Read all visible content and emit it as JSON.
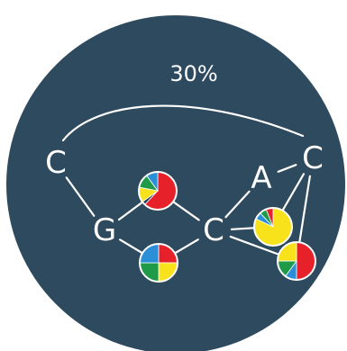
{
  "diagram": {
    "background_color": "#2e4a5e",
    "line_color": "#ffffff",
    "arc_label": "30%",
    "nodes": [
      {
        "id": "c_left",
        "label": "C"
      },
      {
        "id": "g",
        "label": "G"
      },
      {
        "id": "c_mid",
        "label": "C"
      },
      {
        "id": "a",
        "label": "A"
      },
      {
        "id": "c_right",
        "label": "C"
      }
    ],
    "edges": [
      [
        "c_left",
        "g"
      ],
      [
        "g",
        "pie_top"
      ],
      [
        "pie_top",
        "c_mid"
      ],
      [
        "g",
        "pie_bottom"
      ],
      [
        "pie_bottom",
        "c_mid"
      ],
      [
        "c_mid",
        "a"
      ],
      [
        "a",
        "c_right"
      ],
      [
        "c_mid",
        "pie_yellow"
      ],
      [
        "pie_yellow",
        "c_right"
      ],
      [
        "c_mid",
        "pie_right"
      ],
      [
        "c_right",
        "pie_right"
      ]
    ],
    "pie_colors": {
      "red": "#e62129",
      "yellow": "#f7e21c",
      "green": "#1f9a48",
      "blue": "#2b8fd8",
      "navy": "#1e3a5f"
    },
    "pies": [
      {
        "id": "pie_top",
        "slices": [
          {
            "color": "red",
            "value": 0.62
          },
          {
            "color": "navy",
            "value": 0.03
          },
          {
            "color": "yellow",
            "value": 0.13
          },
          {
            "color": "green",
            "value": 0.12
          },
          {
            "color": "blue",
            "value": 0.1
          }
        ]
      },
      {
        "id": "pie_bottom",
        "slices": [
          {
            "color": "red",
            "value": 0.25
          },
          {
            "color": "yellow",
            "value": 0.25
          },
          {
            "color": "green",
            "value": 0.25
          },
          {
            "color": "blue",
            "value": 0.25
          }
        ]
      },
      {
        "id": "pie_yellow",
        "slices": [
          {
            "color": "yellow",
            "value": 0.82
          },
          {
            "color": "blue",
            "value": 0.06
          },
          {
            "color": "green",
            "value": 0.06
          },
          {
            "color": "red",
            "value": 0.06
          }
        ]
      },
      {
        "id": "pie_right",
        "slices": [
          {
            "color": "red",
            "value": 0.5
          },
          {
            "color": "blue",
            "value": 0.1
          },
          {
            "color": "green",
            "value": 0.15
          },
          {
            "color": "yellow",
            "value": 0.25
          }
        ]
      }
    ]
  }
}
